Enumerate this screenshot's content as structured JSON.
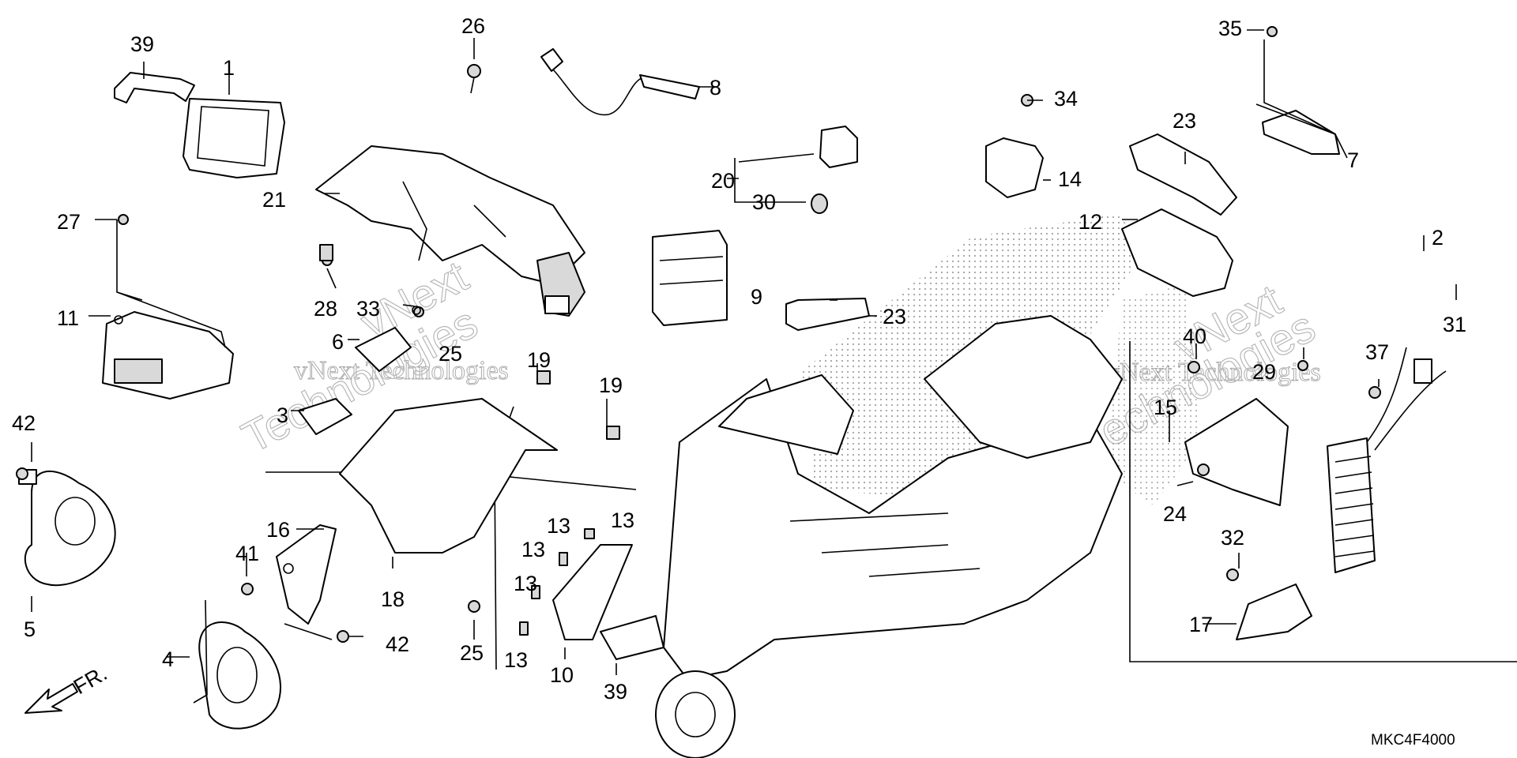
{
  "diagram_code": "MKC4F4000",
  "watermark": {
    "brand": "vNext",
    "word": "Technologies",
    "line": "vNext Technologies"
  },
  "direction_label": "FR.",
  "callouts": {
    "p1": "1",
    "p2": "2",
    "p3": "3",
    "p4": "4",
    "p5": "5",
    "p6": "6",
    "p7": "7",
    "p8": "8",
    "p9": "9",
    "p10": "10",
    "p11": "11",
    "p12": "12",
    "p13": "13",
    "p14": "14",
    "p15": "15",
    "p16": "16",
    "p17": "17",
    "p18": "18",
    "p19": "19",
    "p20": "20",
    "p21": "21",
    "p23": "23",
    "p24": "24",
    "p25": "25",
    "p26": "26",
    "p27": "27",
    "p28": "28",
    "p29": "29",
    "p30": "30",
    "p31": "31",
    "p32": "32",
    "p33": "33",
    "p34": "34",
    "p35": "35",
    "p37": "37",
    "p39": "39",
    "p40": "40",
    "p41": "41",
    "p42": "42"
  },
  "colors": {
    "line": "#000000",
    "background": "#ffffff",
    "watermark": "#999999"
  }
}
